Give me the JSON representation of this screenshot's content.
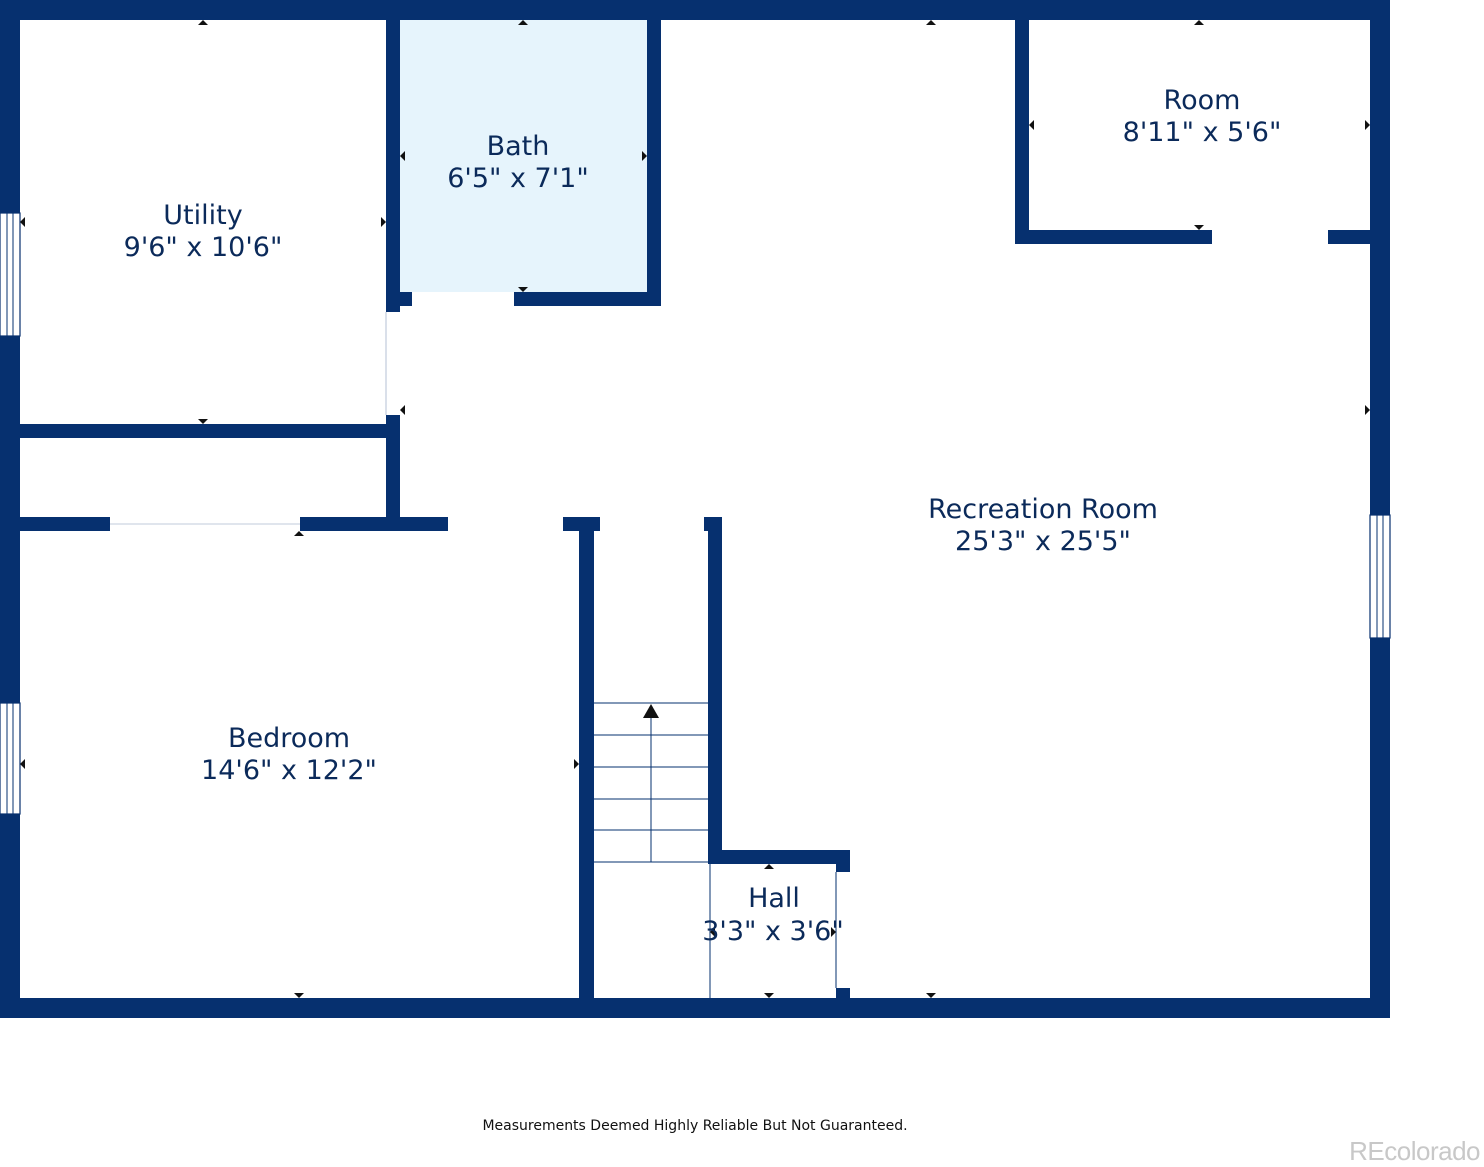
{
  "colors": {
    "wall": "#06306f",
    "bath_fill": "#e6f4fc",
    "text": "#0b2a5a"
  },
  "rooms": {
    "utility": {
      "name": "Utility",
      "dims": "9'6\" x 10'6\""
    },
    "bath": {
      "name": "Bath",
      "dims": "6'5\" x 7'1\""
    },
    "room": {
      "name": "Room",
      "dims": "8'11\" x 5'6\""
    },
    "recreation": {
      "name": "Recreation Room",
      "dims": "25'3\" x 25'5\""
    },
    "bedroom": {
      "name": "Bedroom",
      "dims": "14'6\" x 12'2\""
    },
    "hall": {
      "name": "Hall",
      "dims": "3'3\" x 3'6\""
    }
  },
  "footer": {
    "disclaimer": "Measurements Deemed Highly Reliable But Not Guaranteed.",
    "watermark": "REcolorado"
  }
}
